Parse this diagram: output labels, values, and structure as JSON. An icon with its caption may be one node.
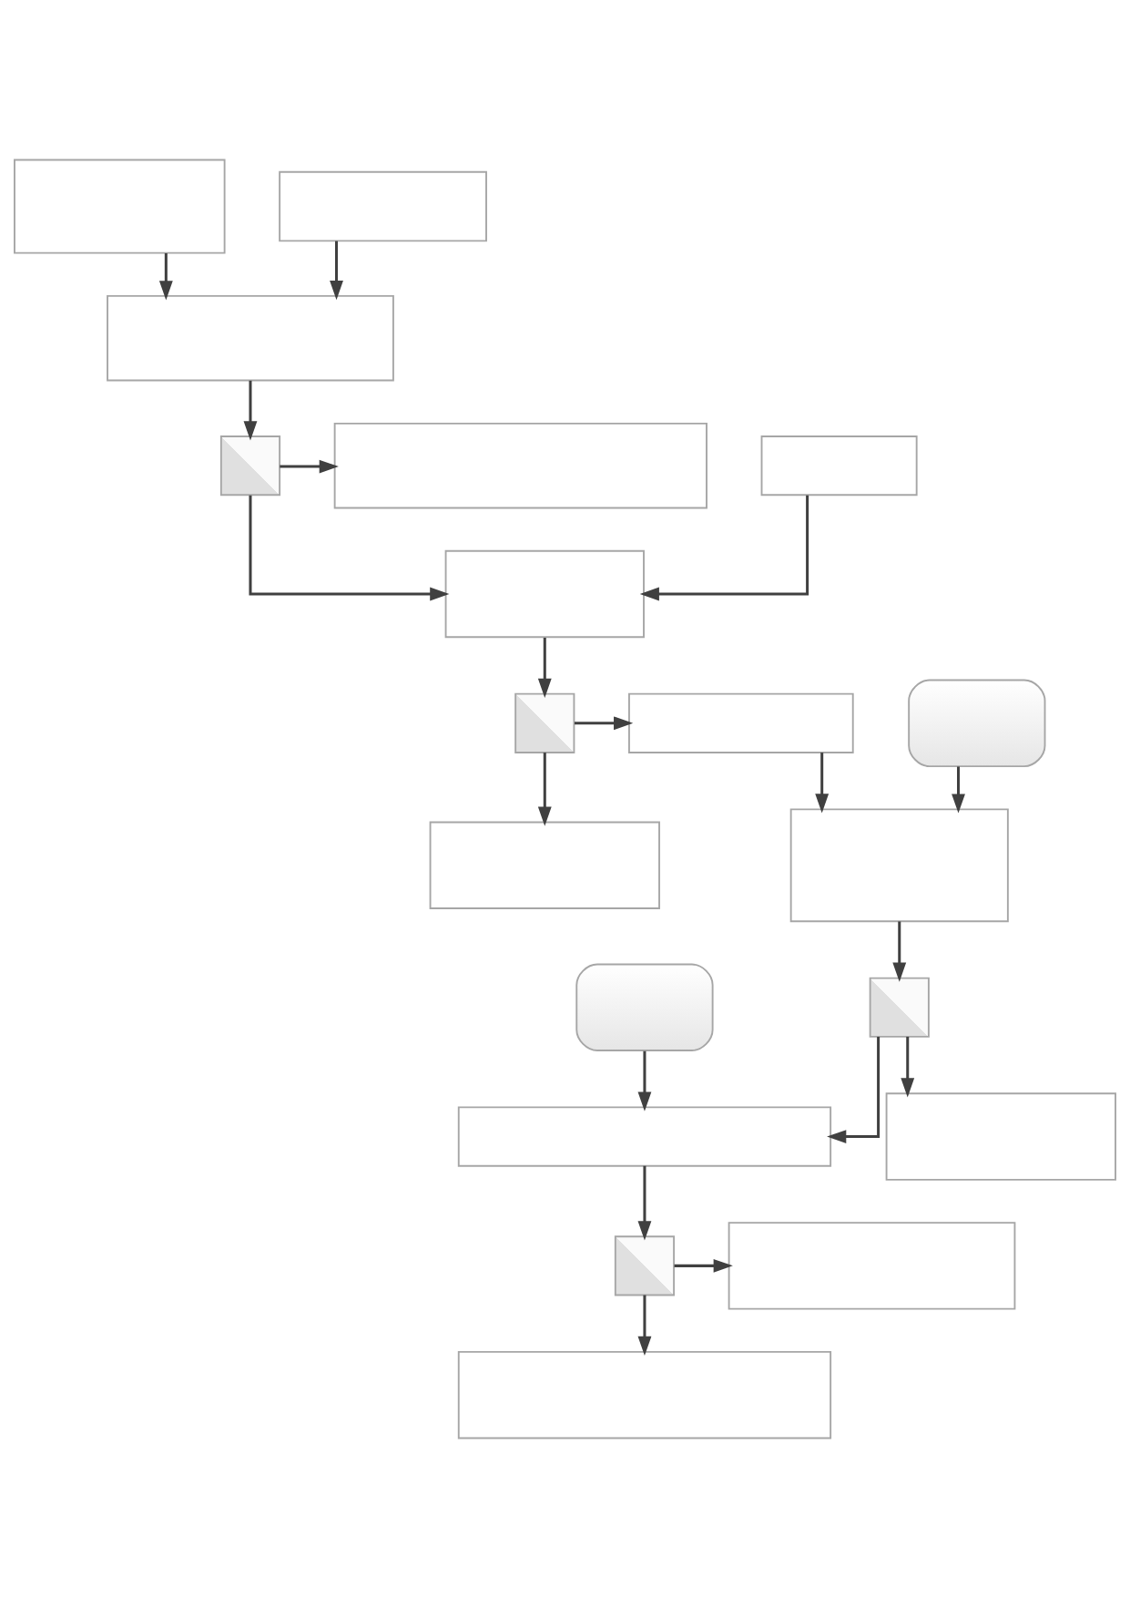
{
  "diagram": {
    "nodes": [
      {
        "text": [],
        "shape": "box"
      },
      {
        "text": [],
        "shape": "box"
      },
      {
        "text": [],
        "shape": "box"
      },
      {
        "text": [],
        "shape": "square"
      },
      {
        "text": [],
        "shape": "box"
      },
      {
        "text": [],
        "shape": "box"
      },
      {
        "text": [],
        "shape": "box"
      },
      {
        "text": [],
        "shape": "square"
      },
      {
        "text": [],
        "shape": "box"
      },
      {
        "text": [],
        "shape": "capsule"
      },
      {
        "text": [],
        "shape": "box"
      },
      {
        "text": [],
        "shape": "box"
      },
      {
        "text": [],
        "shape": "capsule"
      },
      {
        "text": [],
        "shape": "square"
      },
      {
        "text": [],
        "shape": "box"
      },
      {
        "text": [],
        "shape": "box"
      },
      {
        "text": [],
        "shape": "square"
      },
      {
        "text": [],
        "shape": "box"
      },
      {
        "text": [],
        "shape": "box"
      }
    ],
    "edges": [
      {
        "from": 0,
        "to": 2,
        "arrow": "to"
      },
      {
        "from": 1,
        "to": 2,
        "arrow": "to"
      },
      {
        "from": 2,
        "to": 3,
        "arrow": "to"
      },
      {
        "from": 3,
        "to": 4,
        "arrow": "to"
      },
      {
        "from": 3,
        "to": 6,
        "arrow": "to"
      },
      {
        "from": 5,
        "to": 6,
        "arrow": "to"
      },
      {
        "from": 6,
        "to": 7,
        "arrow": "to"
      },
      {
        "from": 7,
        "to": 8,
        "arrow": "to"
      },
      {
        "from": 7,
        "to": 10,
        "arrow": "to"
      },
      {
        "from": 8,
        "to": 11,
        "arrow": "to"
      },
      {
        "from": 9,
        "to": 11,
        "arrow": "to"
      },
      {
        "from": 11,
        "to": 13,
        "arrow": "to"
      },
      {
        "from": 13,
        "to": 14,
        "arrow": "to"
      },
      {
        "from": 12,
        "to": 14,
        "arrow": "to"
      },
      {
        "from": 13,
        "to": 15,
        "arrow": "to"
      },
      {
        "from": 14,
        "to": 16,
        "arrow": "to"
      },
      {
        "from": 16,
        "to": 17,
        "arrow": "to"
      },
      {
        "from": 16,
        "to": 18,
        "arrow": "to"
      }
    ]
  }
}
